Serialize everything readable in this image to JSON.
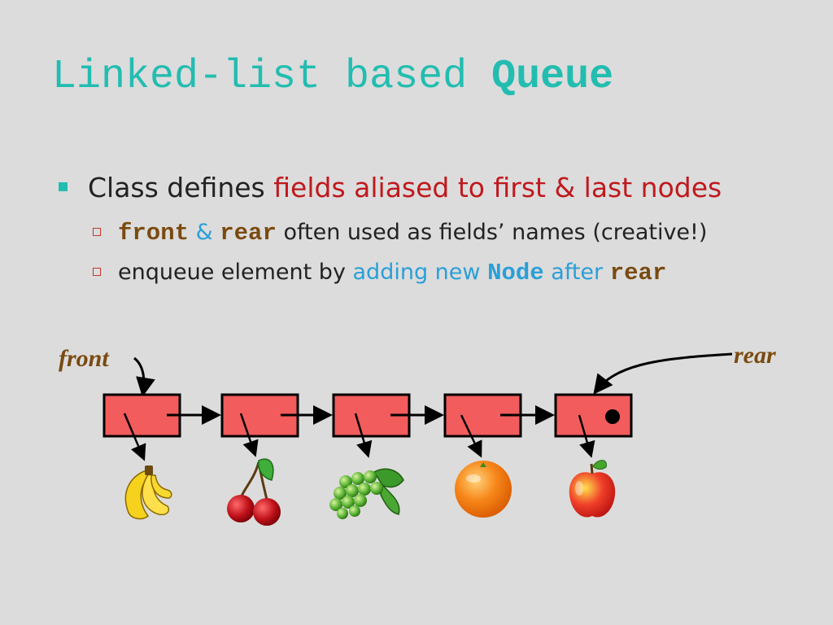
{
  "title": {
    "prefix": "Linked-list based ",
    "emphasis": "Queue"
  },
  "bullet1": {
    "plain": "Class defines ",
    "highlight": "fields aliased to first & last nodes"
  },
  "bullet2": {
    "code1": "front",
    "amp": " & ",
    "code2": "rear",
    "rest": " often used as fields’ names (creative!)"
  },
  "bullet3": {
    "plain": "enqueue element by ",
    "highlight": "adding new ",
    "code": "Node",
    "after": " after ",
    "code2": "rear"
  },
  "diagram": {
    "front_label": "front",
    "rear_label": "rear",
    "nodes": [
      "banana",
      "cherry",
      "grapes",
      "orange",
      "apple"
    ],
    "colors": {
      "node_fill": "#f25c5c",
      "accent": "#22bdb0",
      "label": "#7a4a10"
    }
  }
}
